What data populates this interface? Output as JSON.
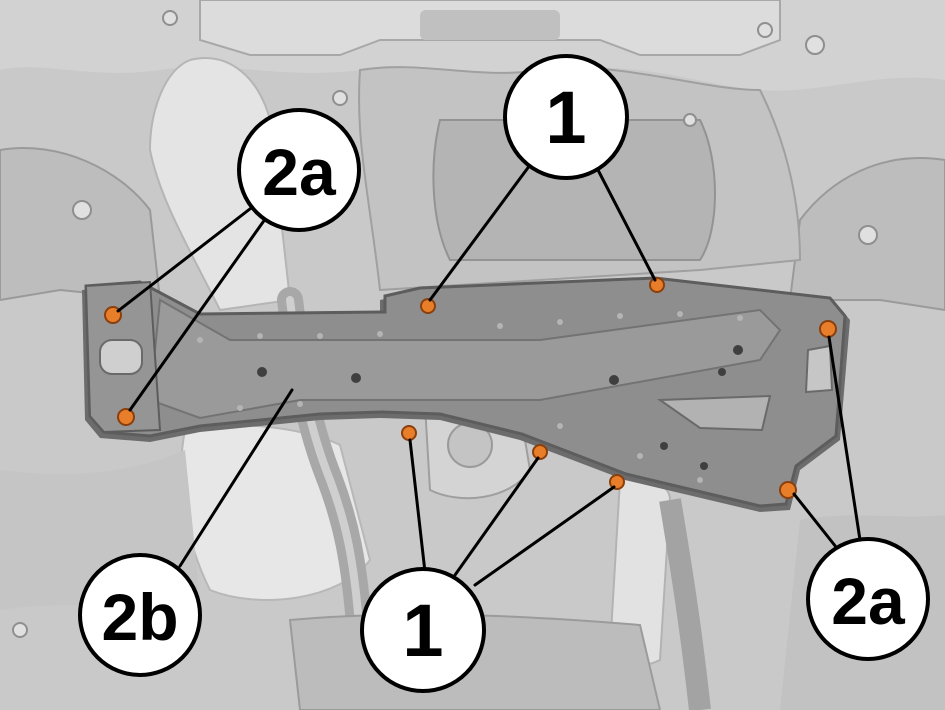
{
  "colors": {
    "background": "#c9c9c9",
    "underbody_light": "#d6d6d6",
    "underbody_mid": "#b9b9b9",
    "underbody_dark": "#a4a4a4",
    "heat_shield": "#e6e6e6",
    "brace_plate": "#8e8e8e",
    "brace_edge": "#5d5d5d",
    "bolt_highlight": "#e87e2a",
    "callout_fill": "#ffffff",
    "callout_stroke": "#000000",
    "leader_line": "#000000"
  },
  "callouts": [
    {
      "id": "1-top",
      "label": "1"
    },
    {
      "id": "2a-left",
      "label": "2a"
    },
    {
      "id": "2b",
      "label": "2b"
    },
    {
      "id": "1-bottom",
      "label": "1"
    },
    {
      "id": "2a-right",
      "label": "2a"
    }
  ]
}
